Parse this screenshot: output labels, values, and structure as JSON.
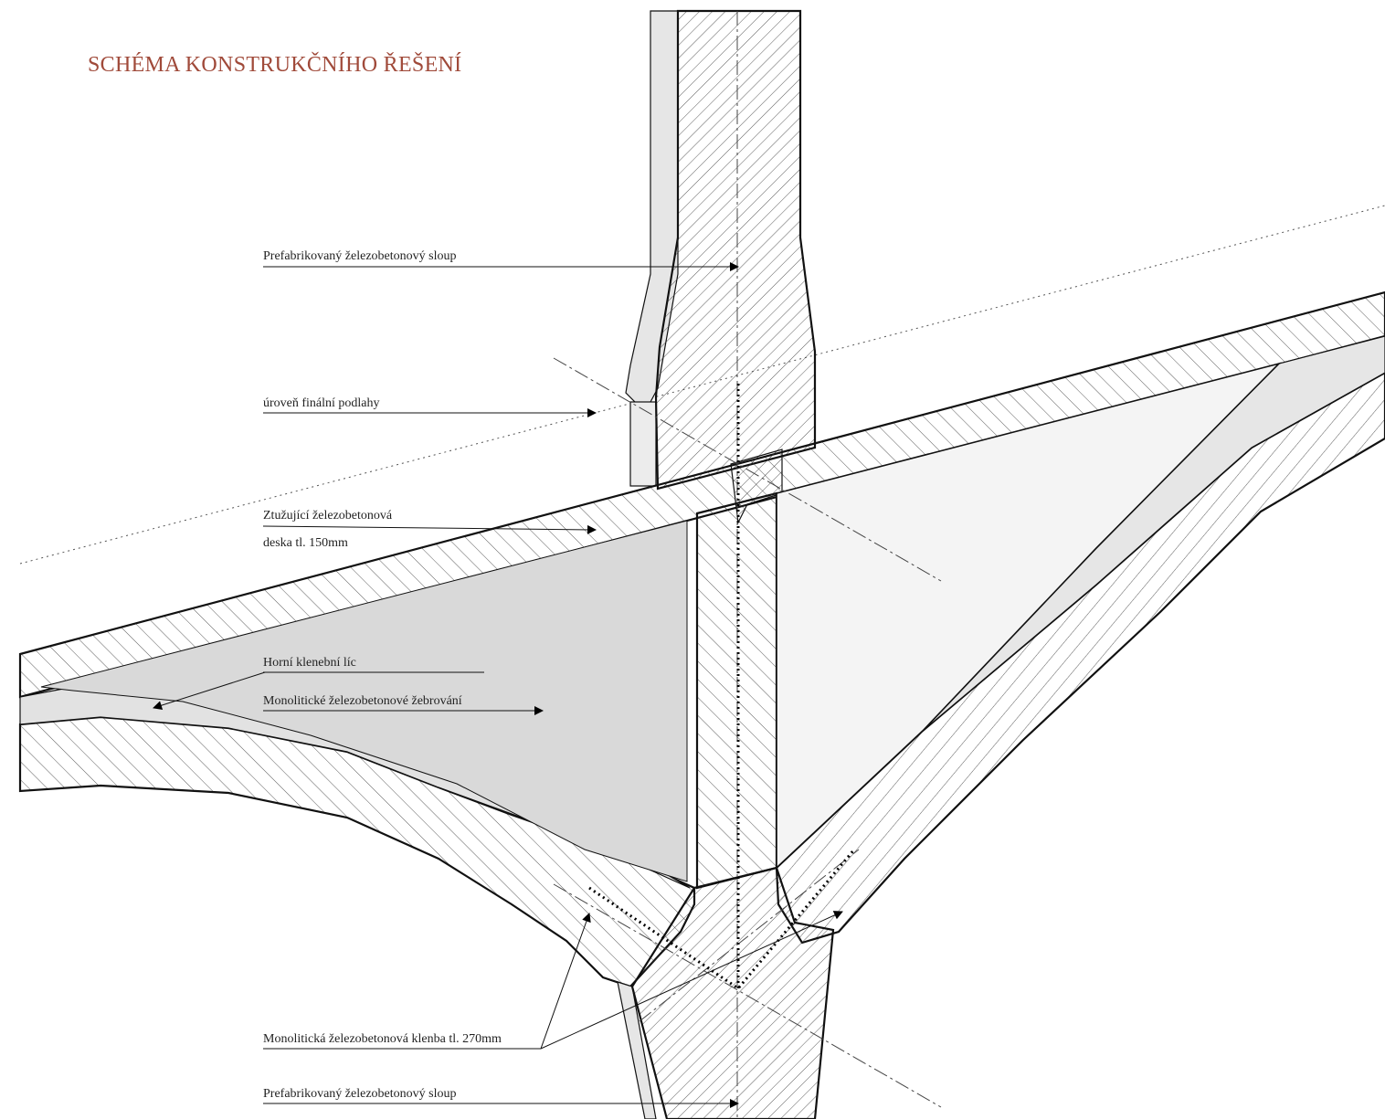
{
  "title": "SCHÉMA KONSTRUKČNÍHO ŘEŠENÍ",
  "colors": {
    "title": "#a04a3a",
    "line": "#111111",
    "fill_cavity_left": "#d9d9d9",
    "fill_cavity_right": "#f3f3f3",
    "fill_band": "#e6e6e6"
  },
  "labels": {
    "column_top": "Prefabrikovaný železobetonový sloup",
    "floor_level": "úroveň finální podlahy",
    "slab_line1": "Ztužující železobetonová",
    "slab_line2": "deska tl. 150mm",
    "vault_face": "Horní klenební líc",
    "ribs": "Monolitické železobetonové žebrování",
    "vault": "Monolitická železobetonová klenba tl. 270mm",
    "column_bottom": "Prefabrikovaný železobetonový sloup"
  }
}
